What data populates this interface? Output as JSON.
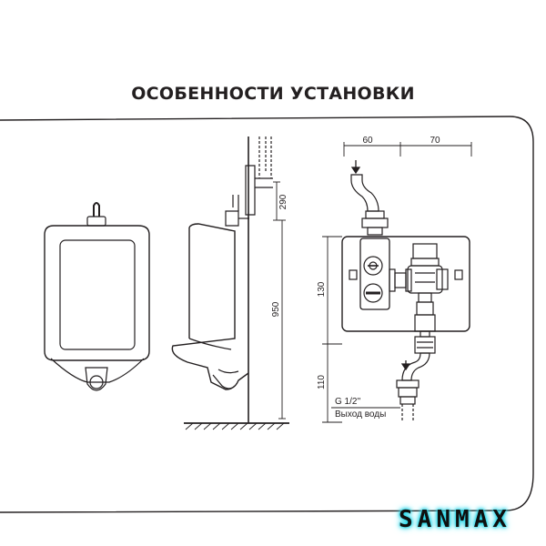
{
  "title": "ОСОБЕННОСТИ УСТАНОВКИ",
  "dimensions": {
    "width_left": "60",
    "width_right": "70",
    "height_inlet": "290",
    "height_total": "950",
    "height_valve": "130",
    "height_outlet": "110"
  },
  "outlet": {
    "thread": "G 1/2''",
    "label": "Выход воды"
  },
  "brand": {
    "name": "SANMAX",
    "glow_color": "#29d6e8"
  },
  "colors": {
    "line": "#231f20",
    "fill_light": "#f4f4f4"
  }
}
